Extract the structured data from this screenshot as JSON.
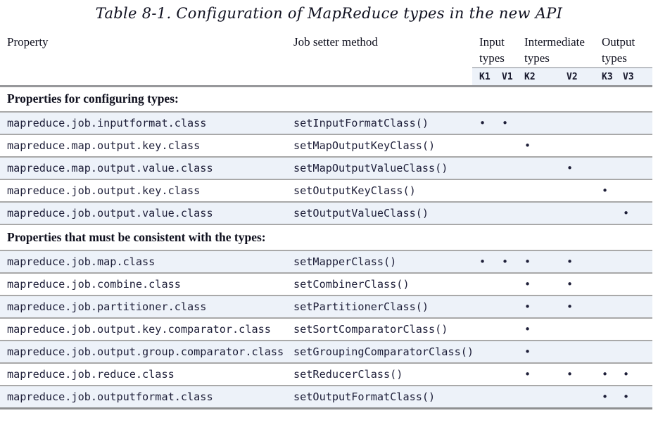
{
  "title": "Table 8-1. Configuration of MapReduce types in the new API",
  "colors": {
    "row_highlight": "#edf2f9",
    "text": "#1d1e38",
    "rule_gray": "#a9a9a9",
    "rule_dark": "#97989b"
  },
  "table": {
    "bullet": "•",
    "columns": {
      "property": "Property",
      "setter": "Job setter method",
      "groups": [
        {
          "label": "Input types"
        },
        {
          "label": "Intermediate types"
        },
        {
          "label": "Output types"
        }
      ]
    },
    "type_labels": [
      "K1",
      "V1",
      "K2",
      "V2",
      "K3",
      "V3"
    ],
    "sections": [
      {
        "header": "Properties for configuring types:",
        "rows": [
          {
            "property": "mapreduce.job.inputformat.class",
            "setter": "setInputFormatClass()",
            "types": [
              1,
              1,
              0,
              0,
              0,
              0
            ]
          },
          {
            "property": "mapreduce.map.output.key.class",
            "setter": "setMapOutputKeyClass()",
            "types": [
              0,
              0,
              1,
              0,
              0,
              0
            ]
          },
          {
            "property": "mapreduce.map.output.value.class",
            "setter": "setMapOutputValueClass()",
            "types": [
              0,
              0,
              0,
              1,
              0,
              0
            ]
          },
          {
            "property": "mapreduce.job.output.key.class",
            "setter": "setOutputKeyClass()",
            "types": [
              0,
              0,
              0,
              0,
              1,
              0
            ]
          },
          {
            "property": "mapreduce.job.output.value.class",
            "setter": "setOutputValueClass()",
            "types": [
              0,
              0,
              0,
              0,
              0,
              1
            ]
          }
        ]
      },
      {
        "header": "Properties that must be consistent with the types:",
        "rows": [
          {
            "property": "mapreduce.job.map.class",
            "setter": "setMapperClass()",
            "types": [
              1,
              1,
              1,
              1,
              0,
              0
            ]
          },
          {
            "property": "mapreduce.job.combine.class",
            "setter": "setCombinerClass()",
            "types": [
              0,
              0,
              1,
              1,
              0,
              0
            ]
          },
          {
            "property": "mapreduce.job.partitioner.class",
            "setter": "setPartitionerClass()",
            "types": [
              0,
              0,
              1,
              1,
              0,
              0
            ]
          },
          {
            "property": "mapreduce.job.output.key.comparator.class",
            "setter": "setSortComparatorClass()",
            "types": [
              0,
              0,
              1,
              0,
              0,
              0
            ]
          },
          {
            "property": "mapreduce.job.output.group.comparator.class",
            "setter": "setGroupingComparatorClass()",
            "types": [
              0,
              0,
              1,
              0,
              0,
              0
            ]
          },
          {
            "property": "mapreduce.job.reduce.class",
            "setter": "setReducerClass()",
            "types": [
              0,
              0,
              1,
              1,
              1,
              1
            ]
          },
          {
            "property": "mapreduce.job.outputformat.class",
            "setter": "setOutputFormatClass()",
            "types": [
              0,
              0,
              0,
              0,
              1,
              1
            ]
          }
        ]
      }
    ]
  }
}
